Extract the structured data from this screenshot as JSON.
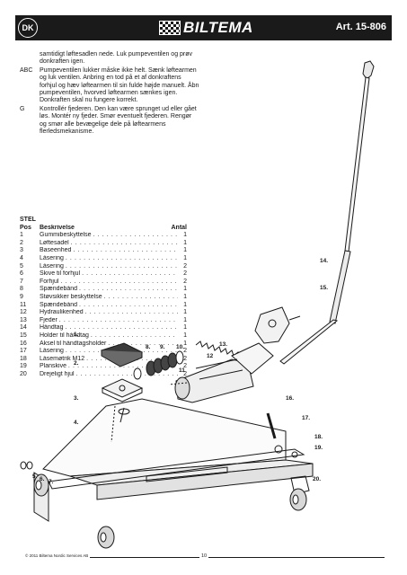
{
  "header": {
    "lang_badge": "DK",
    "brand": "BILTEMA",
    "article": "Art. 15-806"
  },
  "instructions": [
    {
      "code": "",
      "text": "samtidigt løftesadlen nede. Luk pumpeventilen og prøv donkraften igen."
    },
    {
      "code": "ABC",
      "text": "Pumpeventilen lukker måske ikke helt. Sænk løftearmen og luk ventilen. Anbring en tod på et af donkraftens forhjul og hæv løftearmen til sin fulde højde manuelt. Åbn pumpeventilen, hvorved løftearmen sænkes igen. Donkraften skal nu fungere korrekt."
    },
    {
      "code": "G",
      "text": "Kontrollér fjederen. Den kan være sprunget ud eller gået løs. Montér ny fjeder. Smør eventuelt fjederen. Rengør og smør alle bevægelige dele på løftearmens flerledsmekanisme."
    }
  ],
  "parts_list": {
    "title": "STEL",
    "headers": {
      "pos": "Pos",
      "desc": "Beskrivelse",
      "qty": "Antal"
    },
    "rows": [
      {
        "pos": "1",
        "desc": "Gummibeskyttelse",
        "qty": "1"
      },
      {
        "pos": "2",
        "desc": "Løftesadel",
        "qty": "1"
      },
      {
        "pos": "3",
        "desc": "Baseenhed",
        "qty": "1"
      },
      {
        "pos": "4",
        "desc": "Låsering",
        "qty": "1"
      },
      {
        "pos": "5",
        "desc": "Låsering",
        "qty": "2"
      },
      {
        "pos": "6",
        "desc": "Skive til forhjul",
        "qty": "2"
      },
      {
        "pos": "7",
        "desc": "Forhjul",
        "qty": "2"
      },
      {
        "pos": "8",
        "desc": "Spændebånd",
        "qty": "1"
      },
      {
        "pos": "9",
        "desc": "Støvsikker beskyttelse",
        "qty": "1"
      },
      {
        "pos": "11",
        "desc": "Spændebånd",
        "qty": "1"
      },
      {
        "pos": "12",
        "desc": "Hydraulikenhed",
        "qty": "1"
      },
      {
        "pos": "13",
        "desc": "Fjeder",
        "qty": "1"
      },
      {
        "pos": "14",
        "desc": "Håndtag",
        "qty": "1"
      },
      {
        "pos": "15",
        "desc": "Holder til håndtag",
        "qty": "1"
      },
      {
        "pos": "16",
        "desc": "Aksel til håndtagsholder",
        "qty": "1"
      },
      {
        "pos": "17",
        "desc": "Låsering",
        "qty": "2"
      },
      {
        "pos": "18",
        "desc": "Låsemøtrik M12",
        "qty": "2"
      },
      {
        "pos": "19",
        "desc": "Planskive",
        "qty": "2"
      },
      {
        "pos": "20",
        "desc": "Drejeligt hjul",
        "qty": "2"
      }
    ]
  },
  "callouts": [
    "1.",
    "2.",
    "3.",
    "4.",
    "5.",
    "6.",
    "7.",
    "8.",
    "9.",
    "10.",
    "11",
    "12",
    "13.",
    "14.",
    "15.",
    "16.",
    "17.",
    "18.",
    "19.",
    "20."
  ],
  "footer": {
    "copyright": "© 2011 Biltema Nordic Services AB",
    "page": "10"
  }
}
